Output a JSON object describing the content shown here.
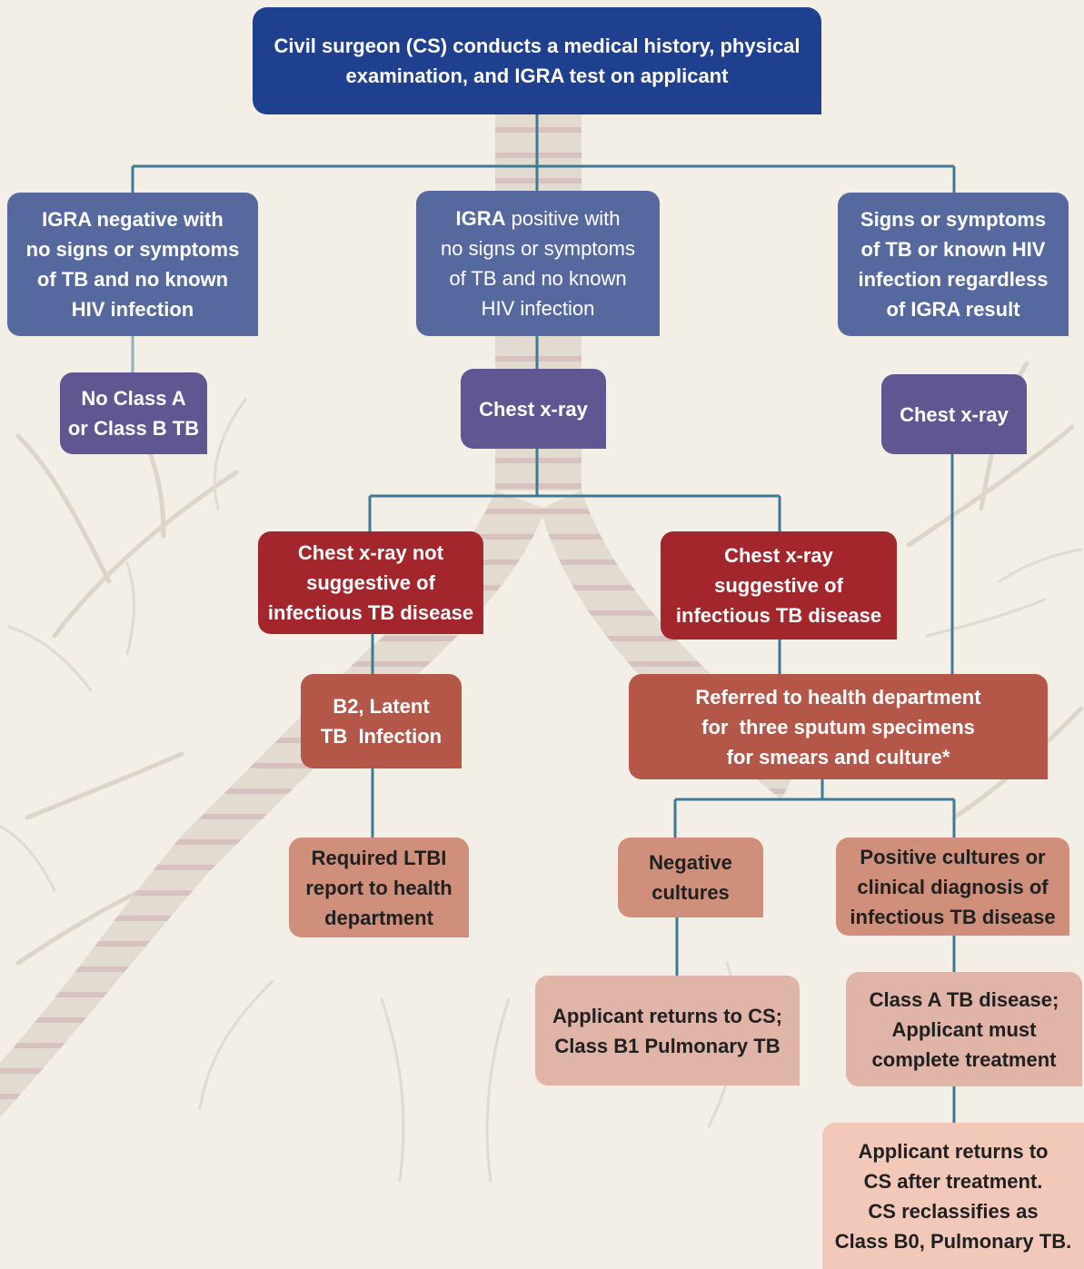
{
  "colors": {
    "background": "#f3eee6",
    "connector": "#3d7a96",
    "top": "#1f3f8f",
    "slate": "#56699f",
    "purple": "#5f5692",
    "dark_red": "#a3262c",
    "rust": "#b45749",
    "salmon": "#cf8f7a",
    "pink": "#e0b4a6",
    "blush": "#f2c9b9"
  },
  "nodes": {
    "top": {
      "lines": [
        "Civil surgeon (CS) conducts a medical history, physical",
        "examination, and IGRA test on applicant"
      ]
    },
    "igra_negative": {
      "lines": [
        "IGRA negative with",
        "no signs or symptoms",
        "of TB and no known",
        "HIV infection"
      ]
    },
    "igra_positive": {
      "lines": [
        "IGRA positive with",
        "no signs or symptoms",
        "of TB and no known",
        "HIV infection"
      ]
    },
    "signs_symptoms": {
      "lines": [
        "Signs or symptoms",
        "of TB or known HIV",
        "infection regardless",
        "of IGRA result"
      ]
    },
    "no_class": {
      "lines": [
        "No Class A",
        "or Class B TB"
      ]
    },
    "xray_center": {
      "lines": [
        "Chest x-ray"
      ]
    },
    "xray_right": {
      "lines": [
        "Chest x-ray"
      ]
    },
    "not_suggestive": {
      "lines": [
        "Chest x-ray not",
        "suggestive of",
        "infectious TB disease"
      ]
    },
    "suggestive": {
      "lines": [
        "Chest x-ray",
        "suggestive of",
        "infectious TB disease"
      ]
    },
    "b2_latent": {
      "lines": [
        "B2, Latent",
        "TB  Infection"
      ]
    },
    "referred": {
      "lines": [
        "Referred to health department",
        "for  three sputum specimens",
        "for smears and culture*"
      ]
    },
    "ltbi_report": {
      "lines": [
        "Required LTBI",
        "report to health",
        "department"
      ]
    },
    "negative_cultures": {
      "lines": [
        "Negative",
        "cultures"
      ]
    },
    "positive_cultures": {
      "lines": [
        "Positive cultures or",
        "clinical diagnosis of",
        "infectious TB disease"
      ]
    },
    "returns_b1": {
      "lines": [
        "Applicant returns to CS;",
        "Class B1 Pulmonary TB"
      ]
    },
    "class_a": {
      "lines": [
        "Class A TB disease;",
        "Applicant must",
        "complete treatment"
      ]
    },
    "returns_b0": {
      "lines": [
        "Applicant returns to",
        "CS after treatment.",
        "CS reclassifies as",
        "Class B0, Pulmonary TB."
      ]
    }
  }
}
